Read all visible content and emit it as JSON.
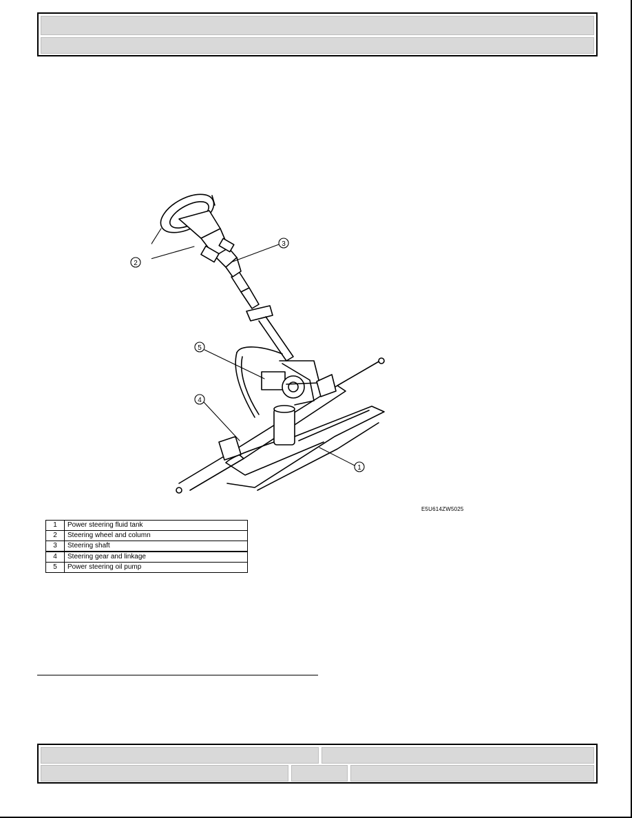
{
  "header": {
    "title": "",
    "subtitle": ""
  },
  "figure": {
    "code": "E5U614ZW5025",
    "callouts": [
      "1",
      "2",
      "3",
      "4",
      "5"
    ]
  },
  "legend": {
    "rows": [
      {
        "num": "1",
        "label": "Power steering fluid tank"
      },
      {
        "num": "2",
        "label": "Steering wheel and column"
      },
      {
        "num": "3",
        "label": "Steering shaft"
      },
      {
        "num": "4",
        "label": "Steering gear and linkage"
      },
      {
        "num": "5",
        "label": "Power steering oil pump"
      }
    ]
  },
  "footer": {
    "cell_a": "",
    "cell_b": "",
    "cell_c": "",
    "cell_d": "",
    "cell_e": ""
  }
}
